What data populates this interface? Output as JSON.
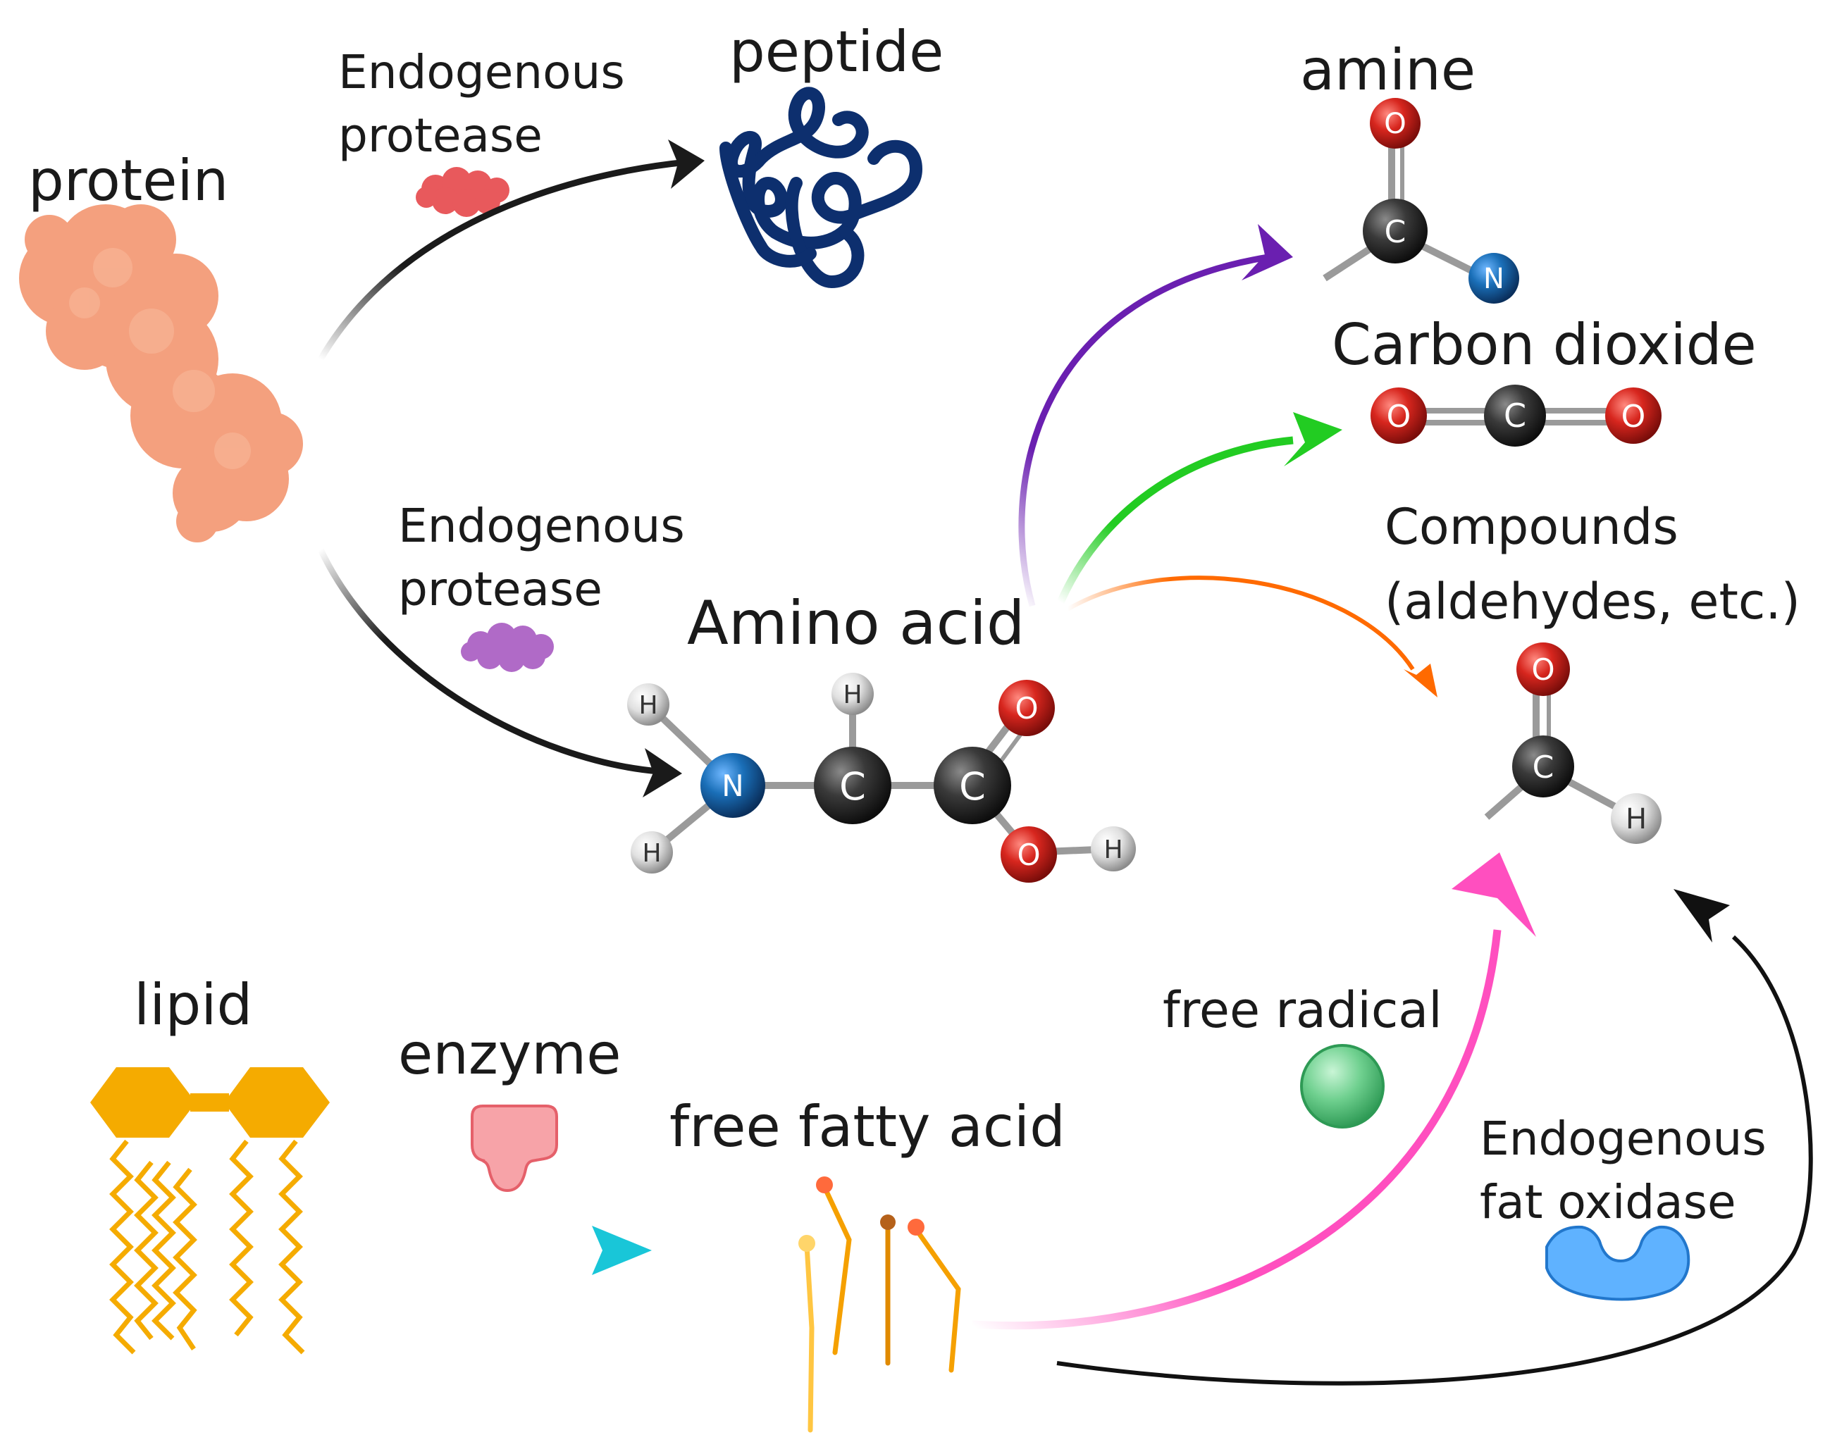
{
  "labels": {
    "protein": "protein",
    "peptide": "peptide",
    "protease_top_1": "Endogenous",
    "protease_top_2": "protease",
    "protease_mid_1": "Endogenous",
    "protease_mid_2": "protease",
    "amino_acid": "Amino acid",
    "amine": "amine",
    "carbon_dioxide": "Carbon dioxide",
    "compounds_1": "Compounds",
    "compounds_2": "(aldehydes, etc.)",
    "lipid": "lipid",
    "enzyme": "enzyme",
    "free_fatty_acid": "free fatty acid",
    "free_radical": "free radical",
    "fat_oxidase_1": "Endogenous",
    "fat_oxidase_2": "fat oxidase"
  },
  "atoms": {
    "oxygen": "O",
    "carbon": "C",
    "nitrogen": "N",
    "hydrogen": "H"
  },
  "colors": {
    "protein": "#f4a07e",
    "peptide": "#0d2f6e",
    "protease_top": "#e8595c",
    "protease_mid": "#b06ac7",
    "arrow_black": "#1a1a1a",
    "arrow_purple": "#6a1fb0",
    "arrow_green": "#22cc22",
    "arrow_orange": "#ff6a00",
    "arrow_pink": "#ff4fbf",
    "arrow_cyan": "#19c6d8",
    "lipid": "#f5ab00",
    "enzyme": "#f07a84",
    "free_radical": "#4fc07a",
    "fat_oxidase": "#3d8fe6",
    "oxygen": "#d7261e",
    "carbon": "#3a3a3a",
    "nitrogen": "#1a73b8",
    "hydrogen": "#e6e6e6"
  }
}
